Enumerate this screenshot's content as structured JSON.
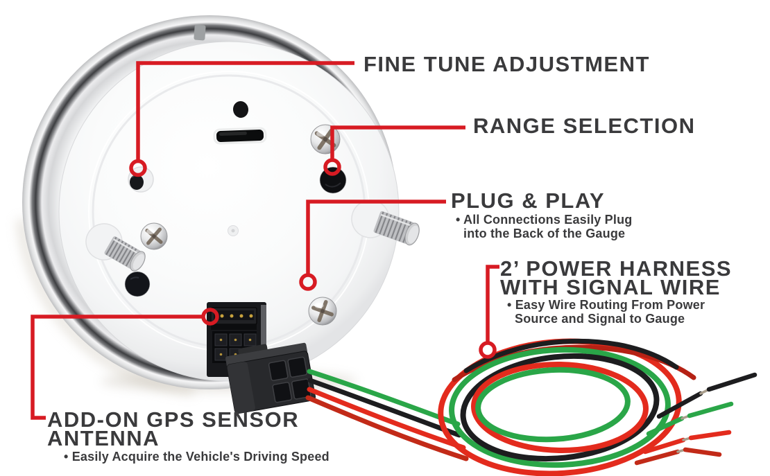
{
  "title": "Rear of GPS speedometer gauge — feature callout diagram",
  "colors": {
    "background": "#ffffff",
    "callout_red": "#d71b23",
    "heading_text": "#3a3a3c",
    "wire_red": "#e32b1d",
    "wire_green": "#2aa648",
    "wire_black": "#1d1d1f",
    "chrome_bezel": "#c9cacc",
    "plate_white": "#fbfcfd"
  },
  "callouts": {
    "fine_tune": {
      "title": "FINE TUNE ADJUSTMENT"
    },
    "range": {
      "title": "RANGE SELECTION"
    },
    "plug_play": {
      "title": "PLUG & PLAY",
      "bullet_line1": "• All Connections Easily Plug",
      "bullet_line2": "into the Back of the Gauge"
    },
    "harness": {
      "title_line1": "2’ POWER HARNESS",
      "title_line2": "WITH SIGNAL WIRE",
      "bullet_line1": "• Easy Wire Routing From Power",
      "bullet_line2": "Source and Signal to Gauge"
    },
    "gps": {
      "title_line1": "ADD-ON GPS SENSOR",
      "title_line2": "ANTENNA",
      "bullet_line1": "• Easily Acquire the Vehicle's Driving Speed"
    }
  },
  "diagram": {
    "subject": "back of gauge with chrome bezel, mounting studs, screws, plug-and-play connector and power harness",
    "parts": [
      "fine-tune-adjustment-hole",
      "range-selection-hole",
      "plug-and-play-connector",
      "gps-antenna-port",
      "power-harness-wire-coil"
    ]
  }
}
